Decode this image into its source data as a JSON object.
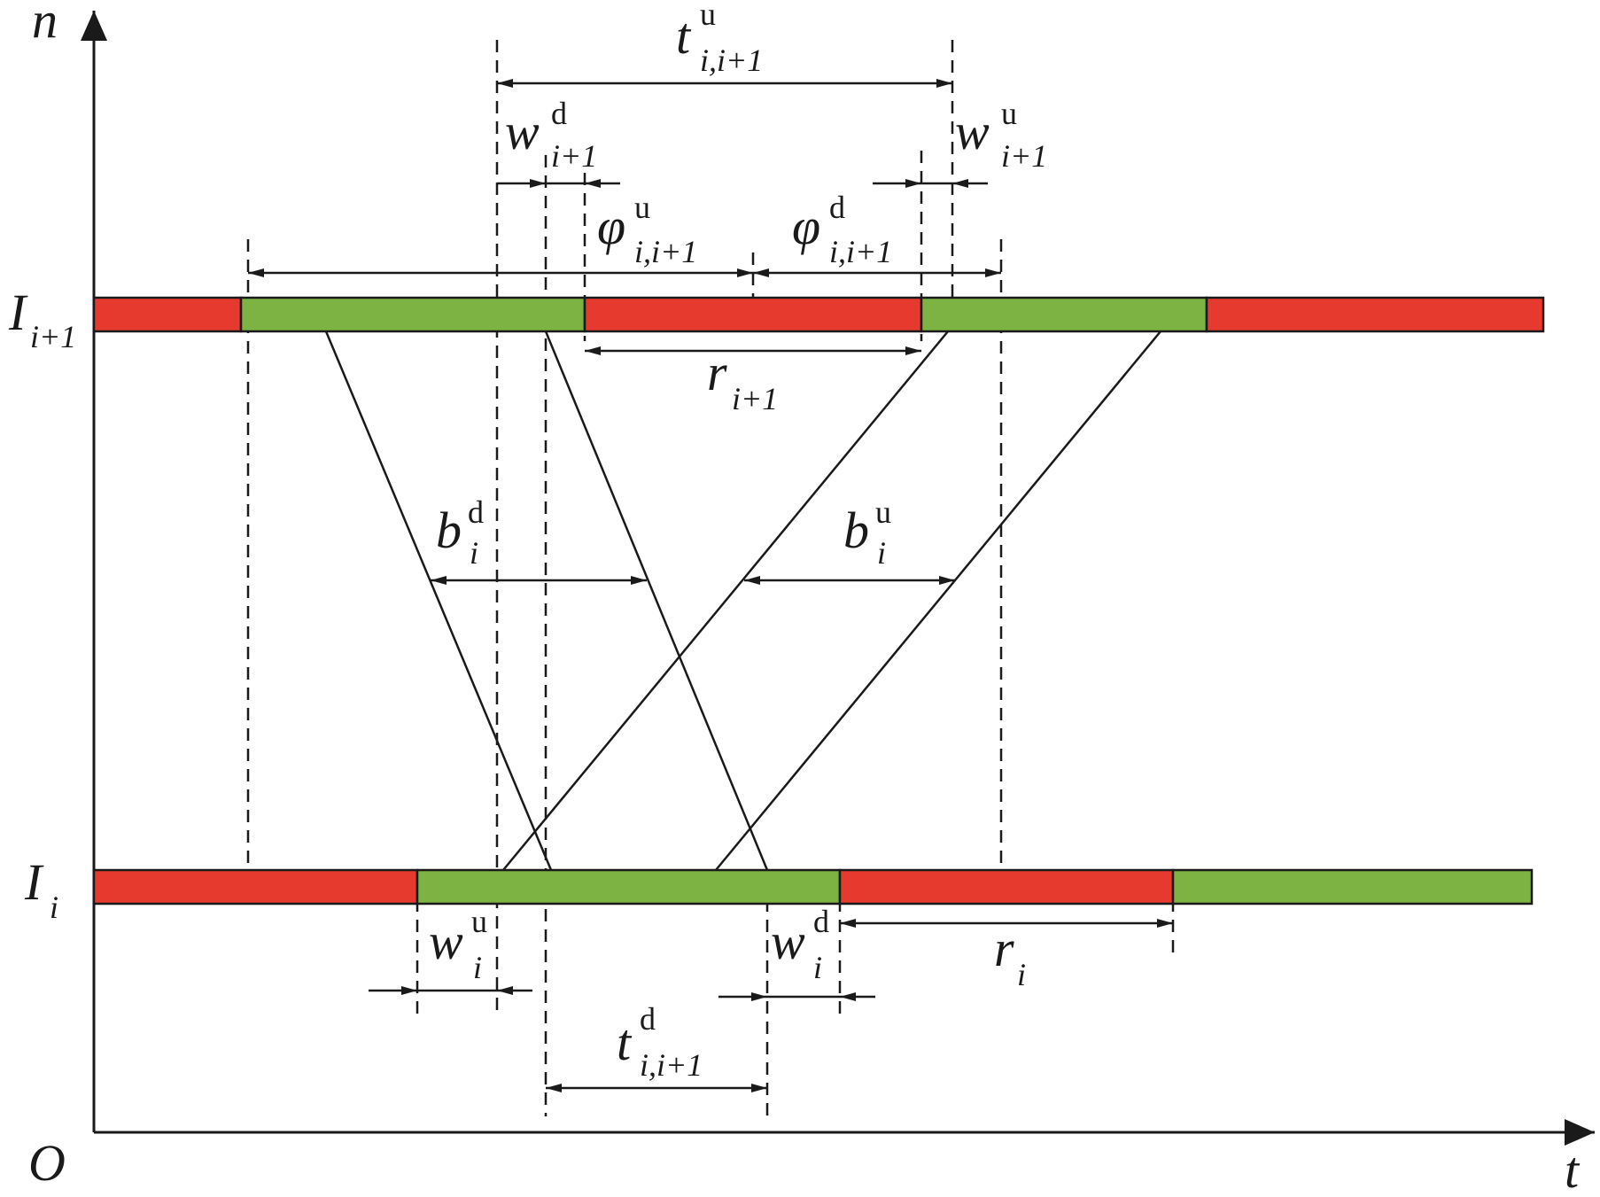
{
  "colors": {
    "red": "#e63a2e",
    "green": "#7cb342",
    "ink": "#1a1a1a"
  },
  "axes": {
    "x_label": "t",
    "y_label": "n",
    "origin_label": "O"
  },
  "intersections": [
    {
      "symbol": "I",
      "subscript": "i+1"
    },
    {
      "symbol": "I",
      "subscript": "i"
    }
  ],
  "signal_phases": {
    "upper": [
      "red",
      "green",
      "red",
      "green",
      "red"
    ],
    "lower": [
      "red",
      "green",
      "red",
      "green"
    ]
  },
  "labels": {
    "t_u": {
      "symbol": "t",
      "sup": "u",
      "sub": "i,i+1"
    },
    "w_d_up": {
      "symbol": "w",
      "sup": "d",
      "sub": "i+1"
    },
    "w_u_up": {
      "symbol": "w",
      "sup": "u",
      "sub": "i+1"
    },
    "phi_u": {
      "symbol": "φ",
      "sup": "u",
      "sub": "i,i+1"
    },
    "phi_d": {
      "symbol": "φ",
      "sup": "d",
      "sub": "i,i+1"
    },
    "r_up": {
      "symbol": "r",
      "sup": "",
      "sub": "i+1"
    },
    "b_d": {
      "symbol": "b",
      "sup": "d",
      "sub": "i"
    },
    "b_u": {
      "symbol": "b",
      "sup": "u",
      "sub": "i"
    },
    "w_u_lo": {
      "symbol": "w",
      "sup": "u",
      "sub": "i"
    },
    "w_d_lo": {
      "symbol": "w",
      "sup": "d",
      "sub": "i"
    },
    "r_lo": {
      "symbol": "r",
      "sup": "",
      "sub": "i"
    },
    "t_d": {
      "symbol": "t",
      "sup": "d",
      "sub": "i,i+1"
    }
  }
}
